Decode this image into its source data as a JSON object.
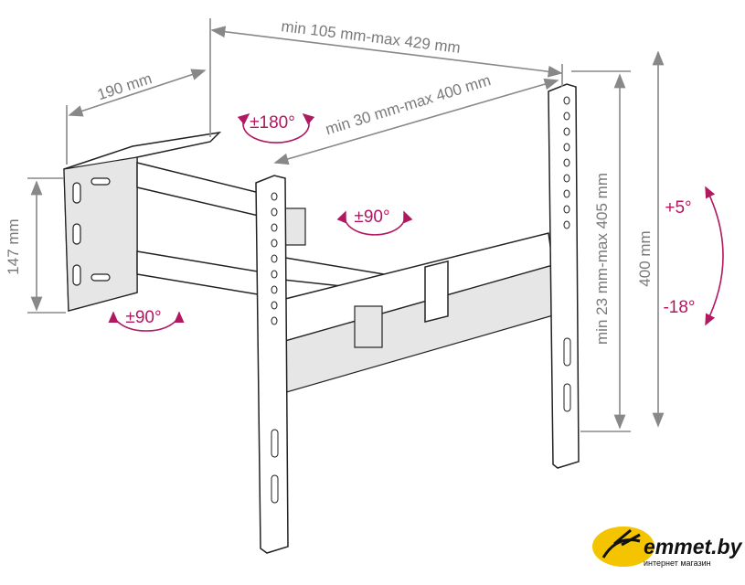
{
  "dimensions": {
    "total_extension": "min 105 mm-max 429 mm",
    "wall_depth": "190 mm",
    "arm_extension": "min 30 mm-max 400 mm",
    "wall_plate_height": "147 mm",
    "vesa_vertical": "min 23 mm-max 405 mm",
    "plate_height": "400 mm"
  },
  "angles": {
    "swivel_wall": "±180°",
    "swivel_tv": "±90°",
    "swivel_arm": "±90°",
    "tilt_up": "+5°",
    "tilt_down": "-18°"
  },
  "logo": {
    "brand": "emmet.by",
    "tagline": "интернет магазин",
    "accent_color": "#f5c400"
  },
  "colors": {
    "dimension": "#7a7a7a",
    "angle": "#b0185f"
  }
}
